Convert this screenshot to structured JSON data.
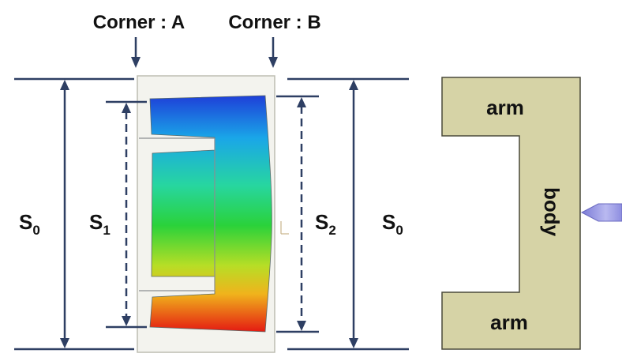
{
  "corners": {
    "a_label": "Corner : A",
    "b_label": "Corner : B"
  },
  "dimensions": {
    "s0_left": {
      "base": "S",
      "sub": "0"
    },
    "s1": {
      "base": "S",
      "sub": "1"
    },
    "s2": {
      "base": "S",
      "sub": "2"
    },
    "s0_right": {
      "base": "S",
      "sub": "0"
    }
  },
  "part": {
    "top_arm_label": "arm",
    "body_label": "body",
    "bottom_arm_label": "arm"
  },
  "colors": {
    "dimension_line": "#2e3f63",
    "part_fill": "#d6d3a6",
    "part_stroke": "#4a4a3a",
    "die_fill": "#f3f3ee",
    "punch_tip": "#9898e0"
  }
}
